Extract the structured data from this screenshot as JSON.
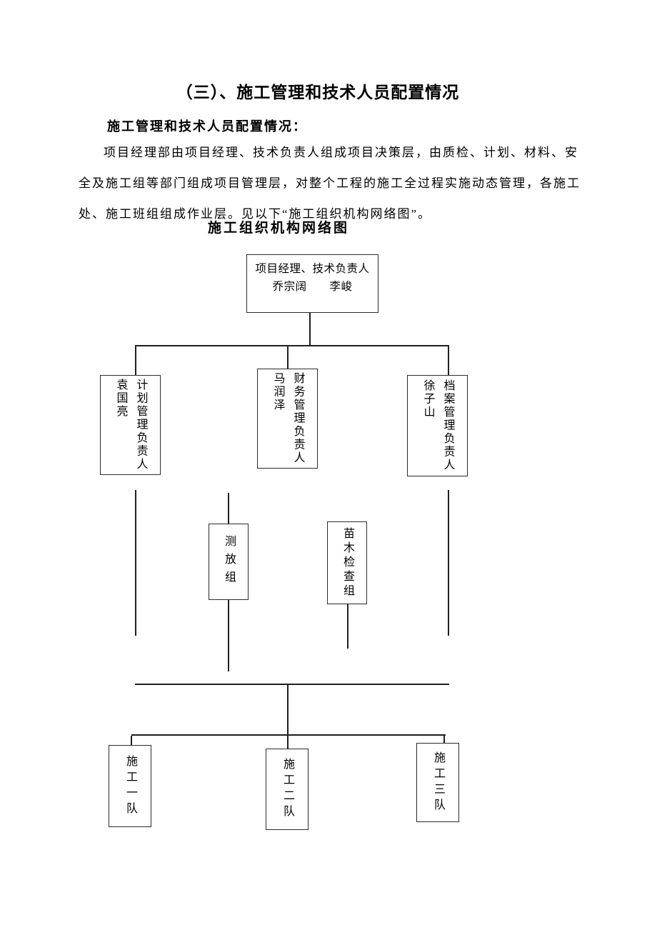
{
  "document": {
    "title": "（三）、施工管理和技术人员配置情况",
    "section_heading": "施工管理和技术人员配置情况：",
    "paragraph_lines": [
      "项目经理部由项目经理、技术负责人组成项目决策层，由质检、计划、材料、安",
      "全及施工组等部门组成项目管理层，对整个工程的施工全过程实施动态管理，各施工",
      "处、施工班组组成作业层。见以下“施工组织机构网络图”。"
    ],
    "chart_title": "施工组织机构网络图"
  },
  "org_chart": {
    "top": {
      "line1": "项目经理、技术负责人",
      "line2": "乔宗阔　　李峻"
    },
    "managers": [
      {
        "title": "计划管理负责人",
        "name": "袁国亮"
      },
      {
        "title": "财务管理负责人",
        "name": "马润泽"
      },
      {
        "title": "档案管理负责人",
        "name": "徐子山"
      }
    ],
    "groups": [
      {
        "label": "测放组"
      },
      {
        "label": "苗木检查组"
      }
    ],
    "teams": [
      {
        "label": "施工一队"
      },
      {
        "label": "施工二队"
      },
      {
        "label": "施工三队"
      }
    ]
  }
}
